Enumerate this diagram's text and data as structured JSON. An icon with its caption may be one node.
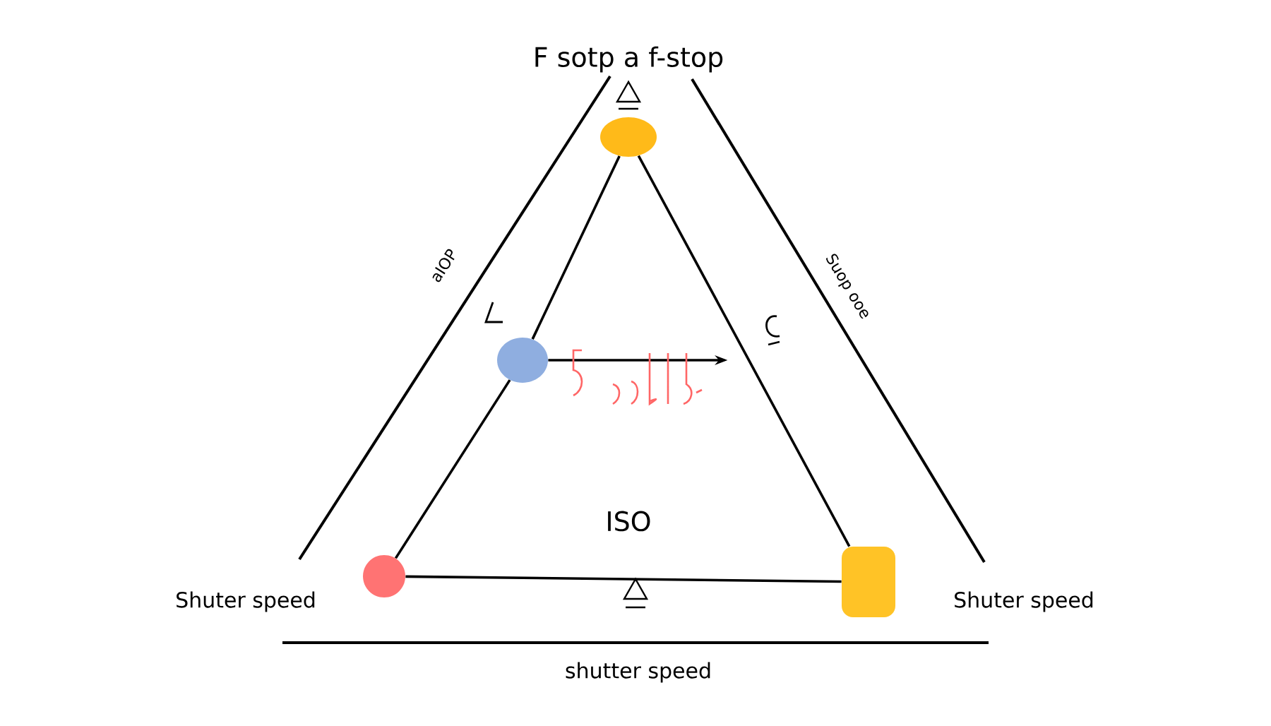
{
  "diagram": {
    "nodes": [
      {
        "text": [],
        "shape": "circle"
      },
      {
        "text": [],
        "shape": "circle"
      },
      {
        "text": [],
        "shape": "circle"
      },
      {
        "text": [],
        "shape": "box"
      }
    ],
    "edges": [
      {
        "from": 0,
        "to": 1,
        "arrow": "none"
      },
      {
        "from": 1,
        "to": 2,
        "arrow": "none"
      },
      {
        "from": 2,
        "to": 3,
        "arrow": "none"
      },
      {
        "from": 0,
        "to": 3,
        "arrow": "none"
      },
      {
        "from": 1,
        "to": null,
        "arrow": "to"
      }
    ],
    "labels": [
      "F sotp a f-stop",
      "aIOP",
      "Suop ooe",
      "ISO",
      "Shuter speed",
      "Shuter speed",
      "shutter speed"
    ]
  }
}
